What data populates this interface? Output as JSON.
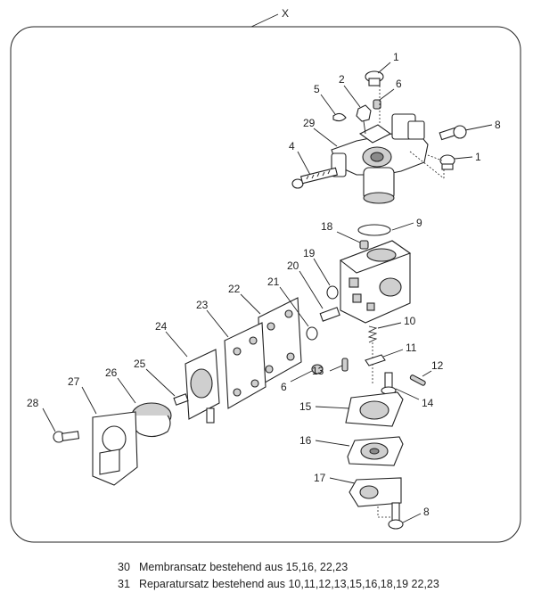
{
  "view_label": "X",
  "callouts": {
    "c1a": "1",
    "c2": "2",
    "c5": "5",
    "c6a": "6",
    "c8a": "8",
    "c29": "29",
    "c4": "4",
    "c1b": "1",
    "c9": "9",
    "c18": "18",
    "c19": "19",
    "c20": "20",
    "c21": "21",
    "c22": "22",
    "c23": "23",
    "c24": "24",
    "c10": "10",
    "c11": "11",
    "c12": "12",
    "c13": "13",
    "c14": "14",
    "c6b": "6",
    "c25": "25",
    "c26": "26",
    "c27": "27",
    "c28": "28",
    "c15": "15",
    "c16": "16",
    "c17": "17",
    "c8b": "8"
  },
  "legend": [
    {
      "num": "30",
      "text": "Membransatz bestehend aus 15,16, 22,23"
    },
    {
      "num": "31",
      "text": "Reparatursatz bestehend aus 10,11,12,13,15,16,18,19 22,23"
    }
  ]
}
